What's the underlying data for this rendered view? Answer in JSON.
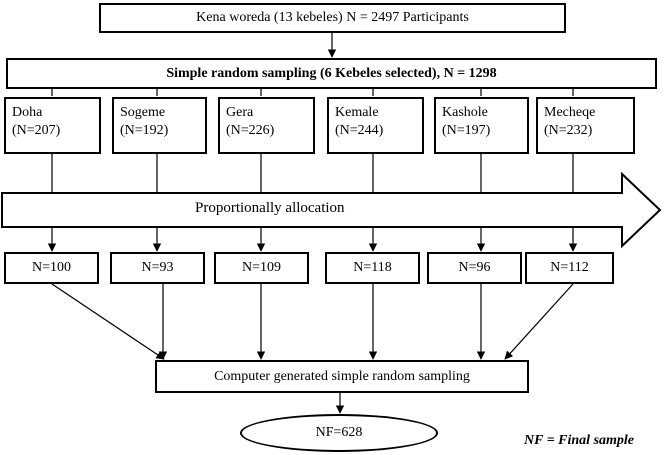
{
  "top_box": "Kena woreda (13 kebeles) N = 2497 Participants",
  "srs_box": "Simple random sampling (6 Kebeles selected), N = 1298",
  "kebeles": [
    {
      "name": "Doha",
      "count": "(N=207)"
    },
    {
      "name": "Sogeme",
      "count": "(N=192)"
    },
    {
      "name": "Gera",
      "count": "(N=226)"
    },
    {
      "name": "Kemale",
      "count": "(N=244)"
    },
    {
      "name": "Kashole",
      "count": "(N=197)"
    },
    {
      "name": "Mecheqe",
      "count": "(N=232)"
    }
  ],
  "arrow_label": "Proportionally allocation",
  "allocations": [
    "N=100",
    "N=93",
    "N=109",
    "N=118",
    "N=96",
    "N=112"
  ],
  "final_box": "Computer generated simple random sampling",
  "final_sample": "NF=628",
  "legend": "NF = Final sample"
}
